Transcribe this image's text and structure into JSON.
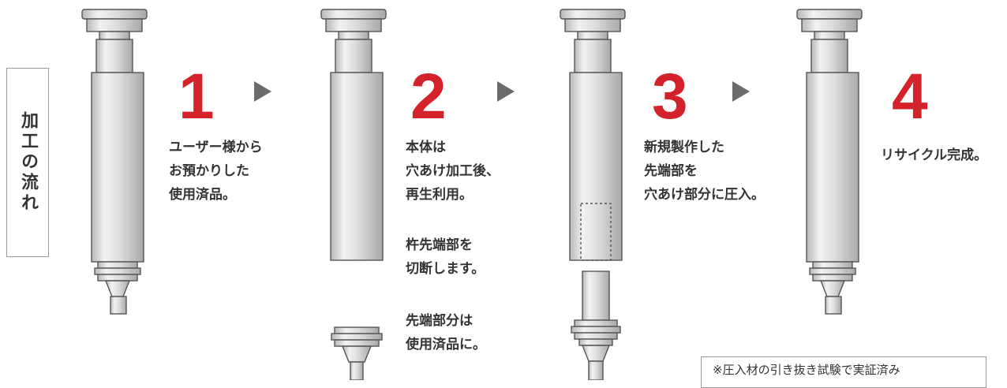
{
  "side_label": "加工の流れ",
  "steps": [
    {
      "number": "1",
      "lines": [
        "ユーザー様から",
        "お預かりした",
        "使用済品。"
      ]
    },
    {
      "number": "2",
      "lines": [
        "本体は",
        "穴あけ加工後、",
        "再生利用。"
      ],
      "extra": [
        [
          "杵先端部を",
          "切断します。"
        ],
        [
          "先端部分は",
          "使用済品に。"
        ]
      ]
    },
    {
      "number": "3",
      "lines": [
        "新規製作した",
        "先端部を",
        "穴あけ部分に圧入。"
      ]
    },
    {
      "number": "4",
      "lines": [
        "リサイクル完成。"
      ]
    }
  ],
  "note": "※圧入材の引き抜き試験で実証済み",
  "colors": {
    "accent": "#d4222a",
    "arrow": "#6b6b6b",
    "tool_body": "#dcdcdc",
    "outline": "#555555"
  }
}
